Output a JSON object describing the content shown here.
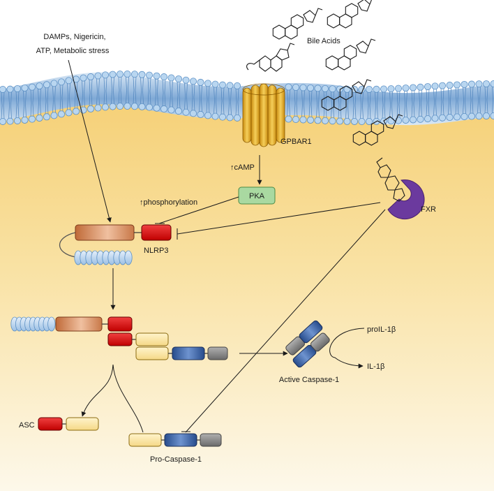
{
  "labels": {
    "stimuli_line1": "DAMPs, Nigericin,",
    "stimuli_line2": "ATP, Metabolic stress",
    "bile_acids": "Bile Acids",
    "receptor": "GPBAR1",
    "camp": "↑cAMP",
    "pka": "PKA",
    "phosphorylation": "↑phosphorylation",
    "fxr": "FXR",
    "nlrp3": "NLRP3",
    "asc": "ASC",
    "pro_caspase": "Pro-Caspase-1",
    "active_caspase": "Active Caspase-1",
    "pro_il1b": "proIL-1β",
    "il1b": "IL-1β"
  },
  "colors": {
    "cytoplasm_top": "#f6d37a",
    "cytoplasm_bottom": "#fdf7e6",
    "membrane_head": "#a9cdea",
    "membrane_tail": "#5b8fc4",
    "receptor": "#e8b030",
    "pka": "#a8d8a0",
    "fxr": "#6e3aa0",
    "nacht": "#d08a5a",
    "pyd": "#e02020",
    "lrr": "#bcd6ee",
    "card": "#fbe6a8",
    "caspase_p20": "#3a62a8",
    "caspase_p10": "#8a8a8a"
  }
}
